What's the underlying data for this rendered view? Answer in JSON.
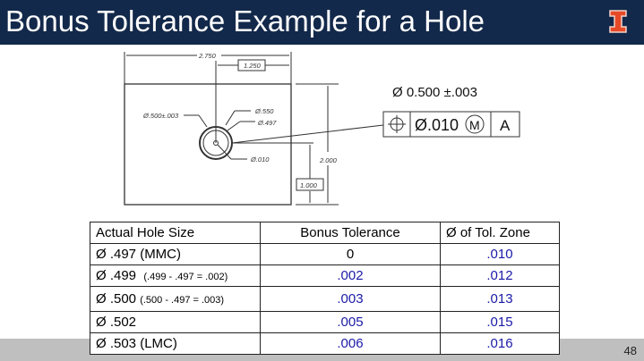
{
  "header": {
    "title": "Bonus Tolerance Example for a Hole",
    "logo": "I"
  },
  "drawing": {
    "width_dim": "2.750",
    "hole_x_dim": "1.250",
    "height_dim": "2.000",
    "hole_y_dim": "1.000",
    "hole_callout": "Ø.500±.003",
    "outer_callout": "Ø.550",
    "inner_callout": "Ø.497",
    "zone_callout": "Ø.010",
    "size_note": "Ø 0.500 ±.003",
    "fcf": {
      "symbol": "position-icon",
      "tolerance": "Ø.010",
      "modifier": "M",
      "datum": "A"
    }
  },
  "table": {
    "headers": [
      "Actual Hole Size",
      "Bonus Tolerance",
      "Ø of Tol. Zone"
    ],
    "rows": [
      {
        "size": "Ø .497 (MMC)",
        "note": "",
        "bonus": "0",
        "zone": ".010"
      },
      {
        "size": "Ø .499",
        "note": "(.499 - .497 = .002)",
        "bonus": ".002",
        "zone": ".012"
      },
      {
        "size": "Ø .500",
        "note": "(.500 - .497 = .003)",
        "bonus": ".003",
        "zone": ".013"
      },
      {
        "size": "Ø .502",
        "note": "",
        "bonus": ".005",
        "zone": ".015"
      },
      {
        "size": "Ø .503 (LMC)",
        "note": "",
        "bonus": ".006",
        "zone": ".016"
      }
    ]
  },
  "footer": {
    "page": "48"
  },
  "colors": {
    "navy": "#13294b",
    "orange": "#e84a27",
    "blue": "#1a1aa8"
  }
}
